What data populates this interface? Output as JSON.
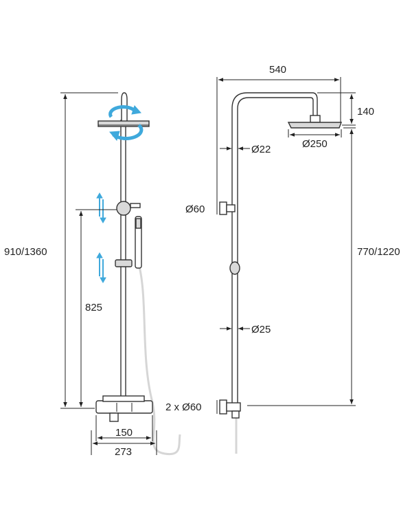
{
  "colors": {
    "line": "#222222",
    "accent": "#3fa9dc",
    "hose": "#d6d6d6"
  },
  "icons": [
    "rotate-arrows-icon",
    "height-adjust-arrows-icon"
  ],
  "dimensions": {
    "total_height": "910/1360",
    "handset_height": "825",
    "inner_width": "150",
    "outer_width": "273",
    "arm_length": "540",
    "head_drop": "140",
    "head_diameter": "Ø250",
    "upper_pipe_diameter": "Ø22",
    "bracket_diameter": "Ø60",
    "lower_pipe_diameter": "Ø25",
    "inlet_diameters": "2 x Ø60",
    "column_height": "770/1220"
  }
}
